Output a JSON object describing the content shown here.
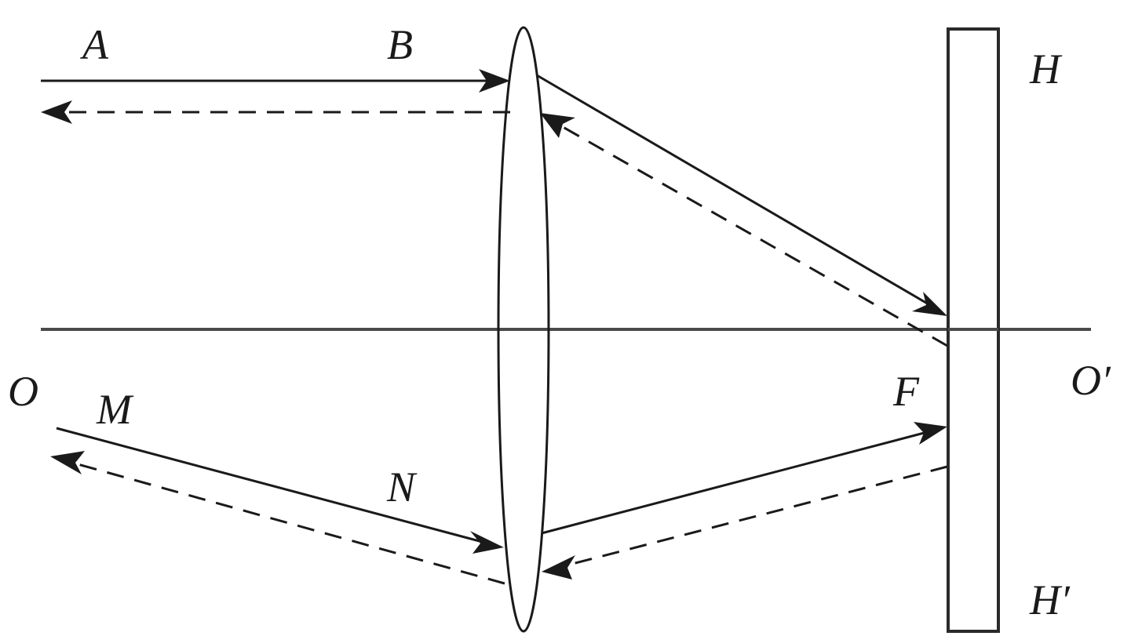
{
  "labels": {
    "A": "A",
    "B": "B",
    "H": "H",
    "O": "O",
    "O_prime": "O′",
    "M": "M",
    "N": "N",
    "F": "F",
    "H_prime": "H′"
  },
  "colors": {
    "line": "#1a1a1a",
    "axis": "#4a4a4a",
    "background": "#ffffff"
  }
}
